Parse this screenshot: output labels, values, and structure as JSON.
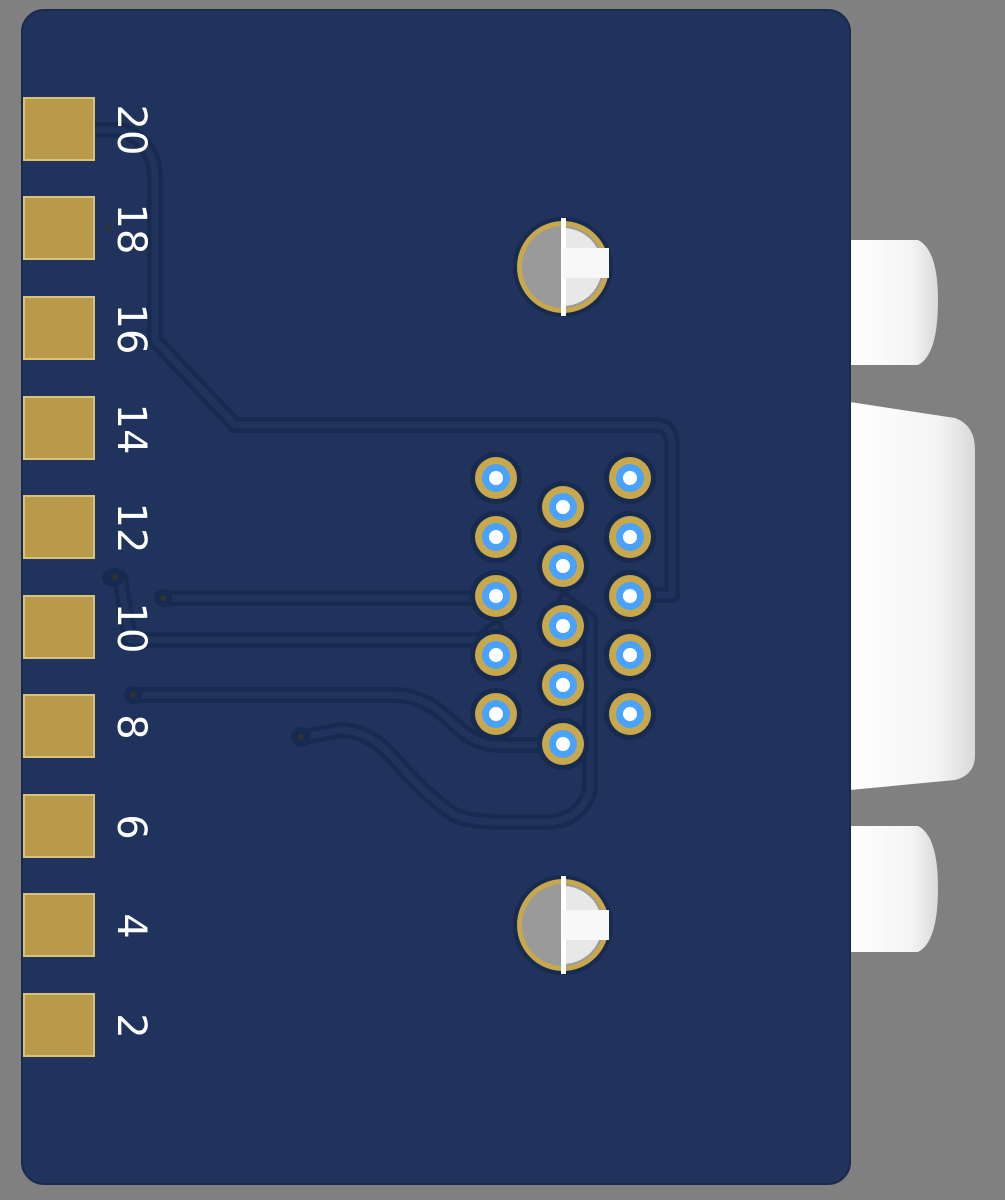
{
  "board": {
    "colors": {
      "background": "#808080",
      "board": "#20335c",
      "board_edge": "#1a2a4d",
      "copper_pad": "#b89a4a",
      "pad_outline": "#d8c27a",
      "trace_outline": "#172a50",
      "via_ring": "#c9a84b",
      "hole": "#4aa2ff",
      "connector_body": "#f2f2f2"
    },
    "edge_pads": [
      {
        "label": "20"
      },
      {
        "label": "18"
      },
      {
        "label": "16"
      },
      {
        "label": "14"
      },
      {
        "label": "12"
      },
      {
        "label": "10"
      },
      {
        "label": "8"
      },
      {
        "label": "6"
      },
      {
        "label": "4"
      },
      {
        "label": "2"
      }
    ],
    "connector": {
      "type": "DB15 (15-pin, 3 rows)",
      "rows": [
        5,
        5,
        5
      ],
      "mounting_holes": 2
    }
  }
}
